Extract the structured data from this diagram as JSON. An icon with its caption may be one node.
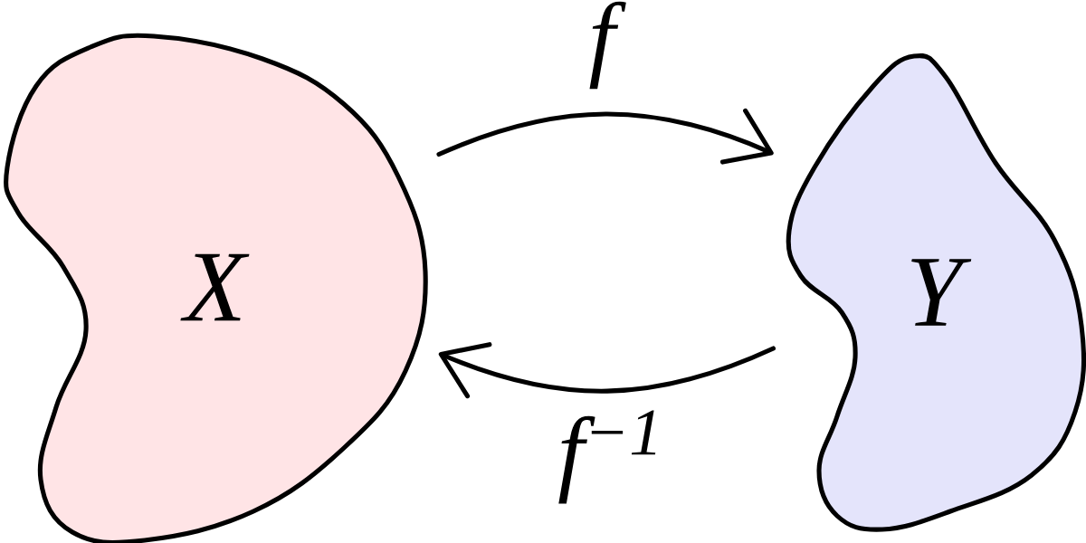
{
  "diagram": {
    "nodes": [
      {
        "text": [
          "X"
        ]
      },
      {
        "text": [
          "Y"
        ]
      }
    ],
    "edges": [
      {
        "from": 0,
        "to": 1,
        "arrow": "to",
        "label": "f"
      },
      {
        "from": 1,
        "to": 0,
        "arrow": "to",
        "label": "f$^{−1}$"
      }
    ]
  }
}
